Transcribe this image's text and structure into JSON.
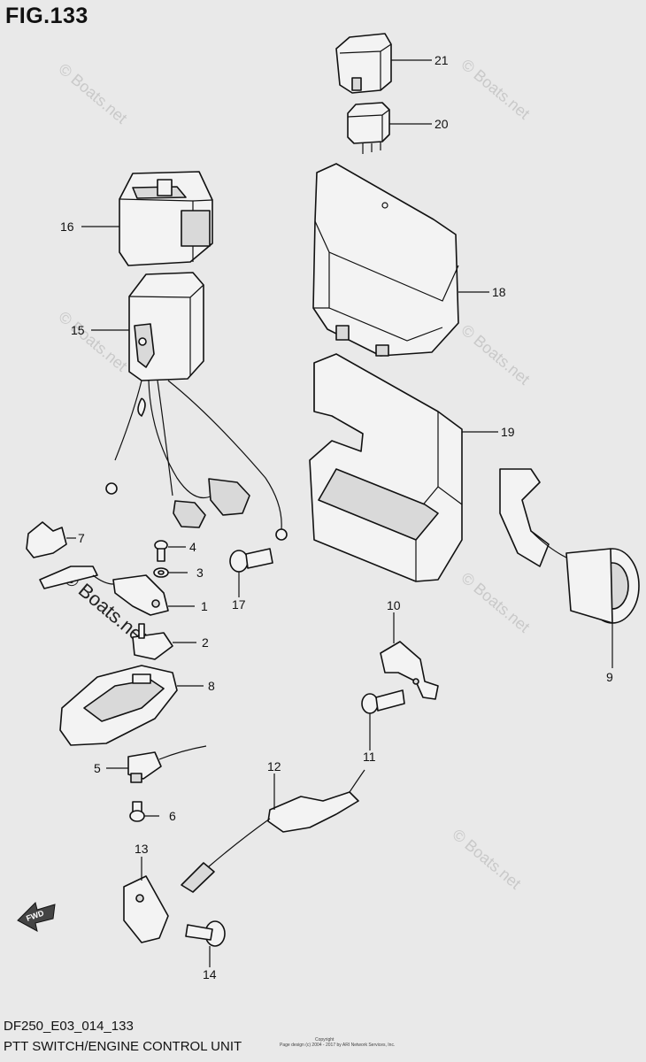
{
  "figure": {
    "title": "FIG.133",
    "model_code": "DF250_E03_014_133",
    "caption": "PTT SWITCH/ENGINE CONTROL UNIT",
    "copyright_line1": "Copyright",
    "copyright_line2": "Page design (c) 2004 - 2017 by ARI Network Services, Inc."
  },
  "watermark": "© Boats.net",
  "direction_marker": "FWD",
  "callouts": [
    "21",
    "20",
    "16",
    "18",
    "15",
    "19",
    "7",
    "4",
    "3",
    "1",
    "17",
    "9",
    "10",
    "2",
    "8",
    "11",
    "5",
    "12",
    "6",
    "13",
    "14"
  ]
}
